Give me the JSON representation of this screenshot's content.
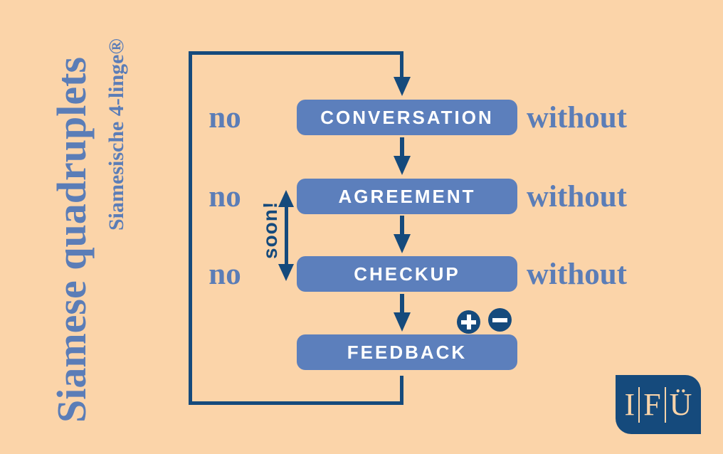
{
  "branding": {
    "title": "Siamese quadruplets",
    "subtitle": "Siamesische 4-linge®"
  },
  "flow": {
    "steps": [
      {
        "label": "CONVERSATION",
        "left_label": "no",
        "right_label": "without"
      },
      {
        "label": "AGREEMENT",
        "left_label": "no",
        "right_label": "without"
      },
      {
        "label": "CHECKUP",
        "left_label": "no",
        "right_label": "without"
      },
      {
        "label": "FEEDBACK"
      }
    ],
    "soon_label": "soon!",
    "icons": {
      "plus": "plus-icon",
      "minus": "minus-icon"
    },
    "loop": "feedback-return-loop"
  },
  "logo": {
    "letters": [
      "I",
      "F",
      "Ü"
    ]
  },
  "colors": {
    "background": "#FBD4A9",
    "box_blue": "#5C7FBC",
    "label_blue": "#5B7DB7",
    "navy": "#154A7C",
    "white": "#FFFFFF"
  }
}
